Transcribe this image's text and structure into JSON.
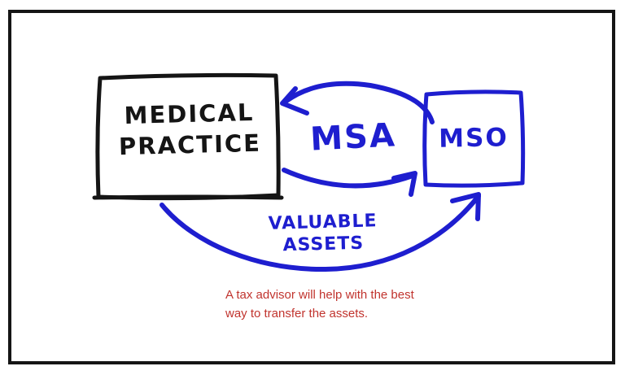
{
  "diagram": {
    "colors": {
      "background": "#ffffff",
      "frame": "#151515",
      "ink_black": "#151515",
      "ink_blue": "#1e1ecf",
      "ink_red": "#c1342e"
    },
    "nodes": {
      "medical_practice": {
        "line1": "MEDICAL",
        "line2": "PRACTICE"
      },
      "mso": {
        "label": "MSO"
      }
    },
    "labels": {
      "msa": "MSA",
      "valuable_line1": "VALUABLE",
      "valuable_line2": "ASSETS"
    },
    "caption": {
      "line1": "A tax advisor will help with the best",
      "line2": "way to transfer the assets."
    }
  }
}
